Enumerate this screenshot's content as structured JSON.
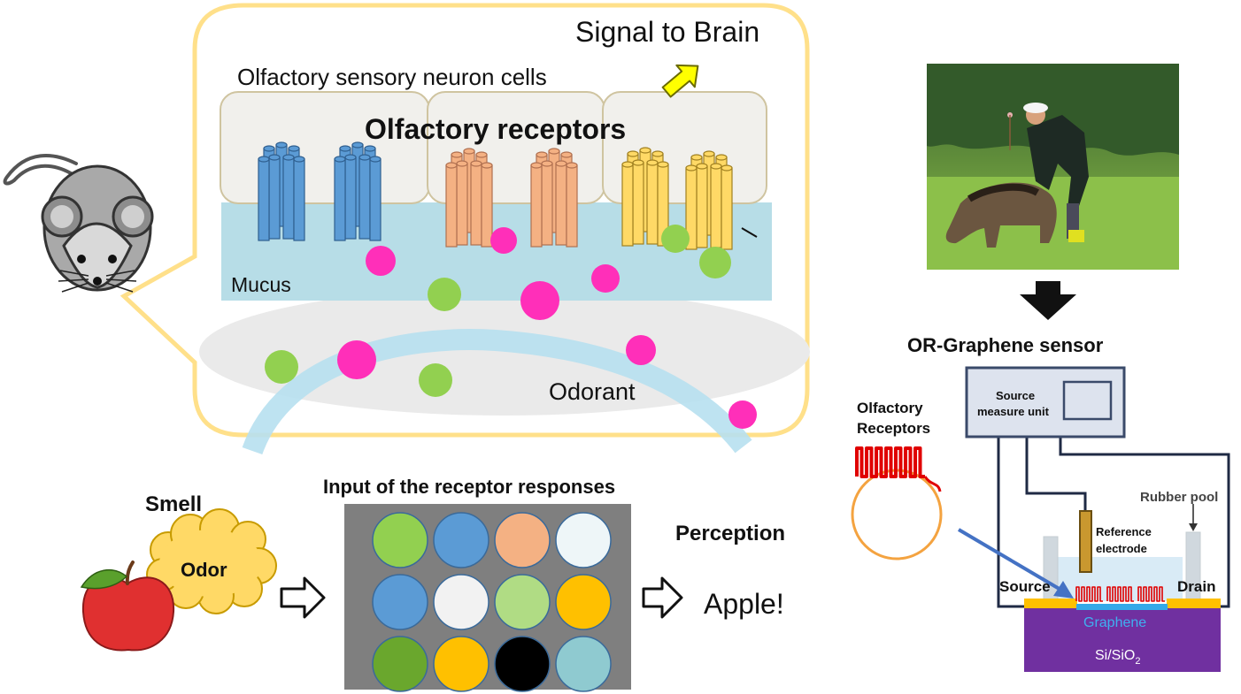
{
  "bubble": {
    "signal_label": "Signal to Brain",
    "cells_label": "Olfactory sensory neuron cells",
    "receptors_label": "Olfactory receptors",
    "mucus_label": "Mucus",
    "odorant_label": "Odorant"
  },
  "bottom": {
    "smell_label": "Smell",
    "odor_label": "Odor",
    "input_title": "Input of the receptor responses",
    "perception_label": "Perception",
    "result_label": "Apple!",
    "grid_colors": [
      [
        "#92d050",
        "#5b9bd5",
        "#f4b183",
        "#eef6f8"
      ],
      [
        "#5b9bd5",
        "#f2f2f2",
        "#b0dc84",
        "#ffc000"
      ],
      [
        "#6aa72d",
        "#ffc000",
        "#000000",
        "#8fcad0"
      ]
    ]
  },
  "sensor": {
    "title": "OR-Graphene sensor",
    "smu_line1": "Source",
    "smu_line2": "measure unit",
    "rubber_pool_label": "Rubber pool",
    "reference_line1": "Reference",
    "reference_line2": "electrode",
    "or_line1": "Olfactory",
    "or_line2": "Receptors",
    "source_label": "Source",
    "drain_label": "Drain",
    "graphene_label": "Graphene",
    "substrate_main": "Si/SiO",
    "substrate_sub": "2"
  },
  "icons": [
    "mouse-icon",
    "apple-icon",
    "hollow-arrow-icon",
    "down-arrow-icon",
    "yellow-arrow-icon",
    "dog-photo"
  ]
}
